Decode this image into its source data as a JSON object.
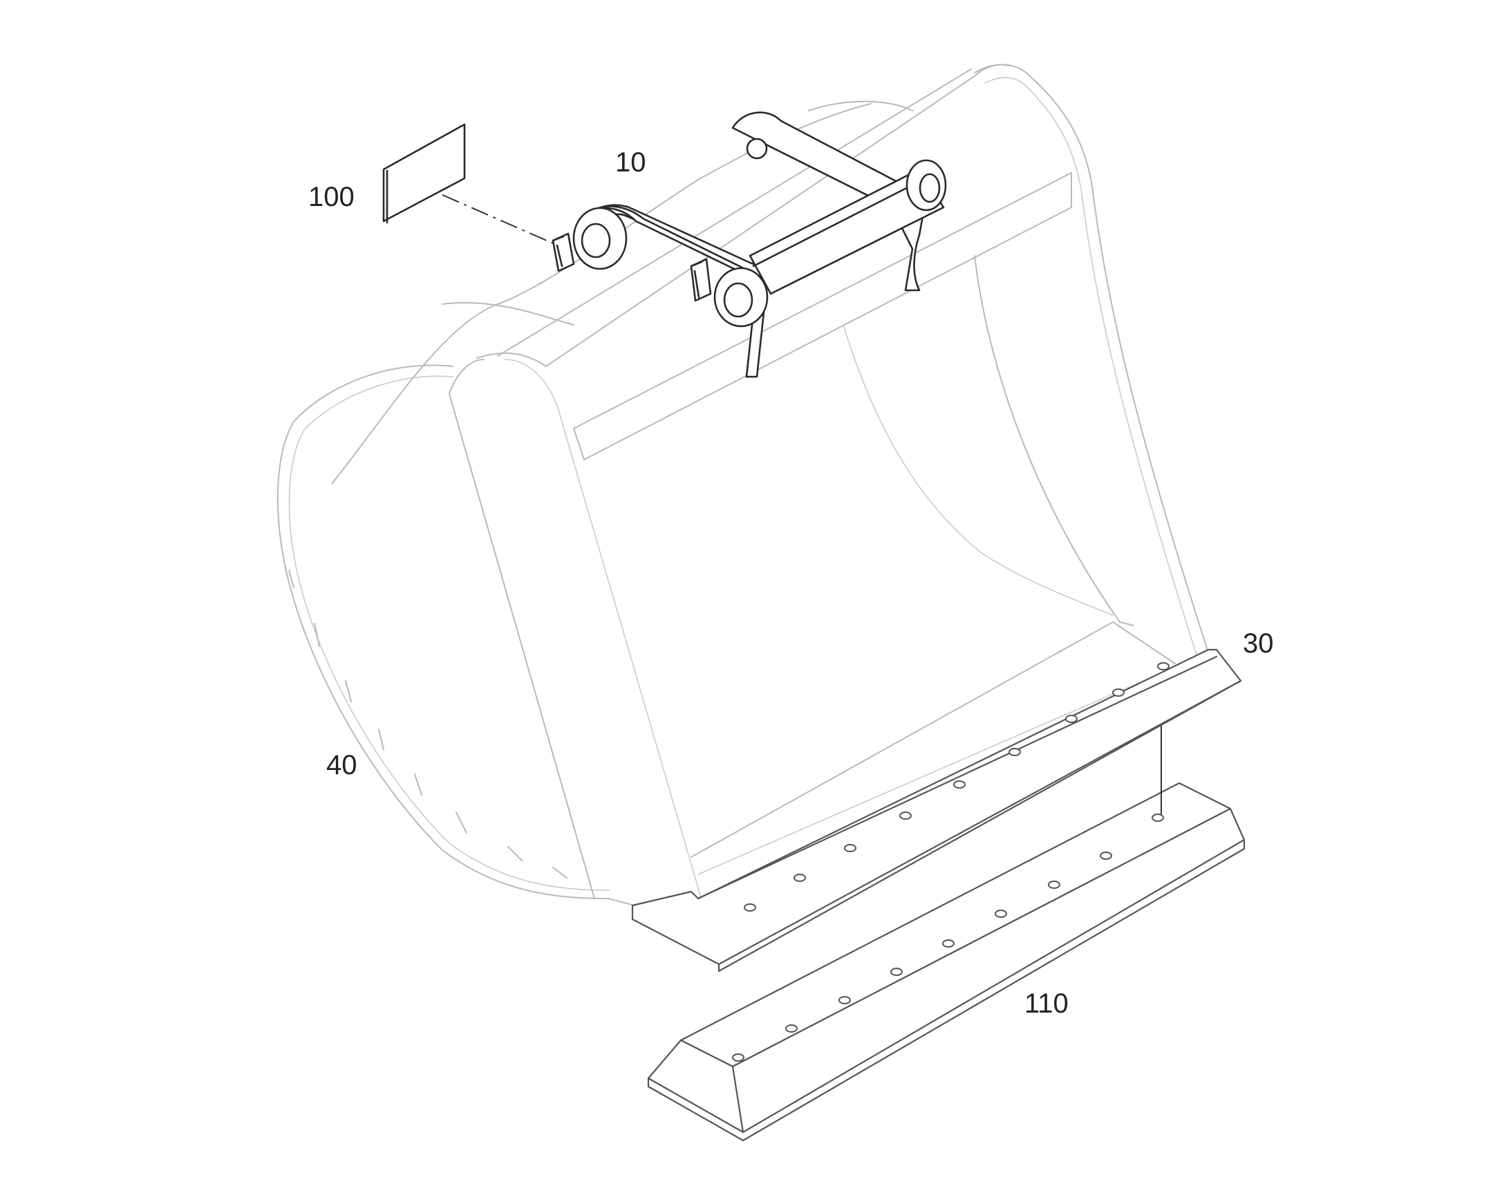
{
  "figure": {
    "labels": {
      "label_10": "10",
      "label_30": "30",
      "label_40": "40",
      "label_100": "100",
      "label_110": "110"
    },
    "colors": {
      "outline_faint": "#b9b9b9",
      "outline_dark": "#2a2a2a",
      "background": "#ffffff"
    }
  }
}
